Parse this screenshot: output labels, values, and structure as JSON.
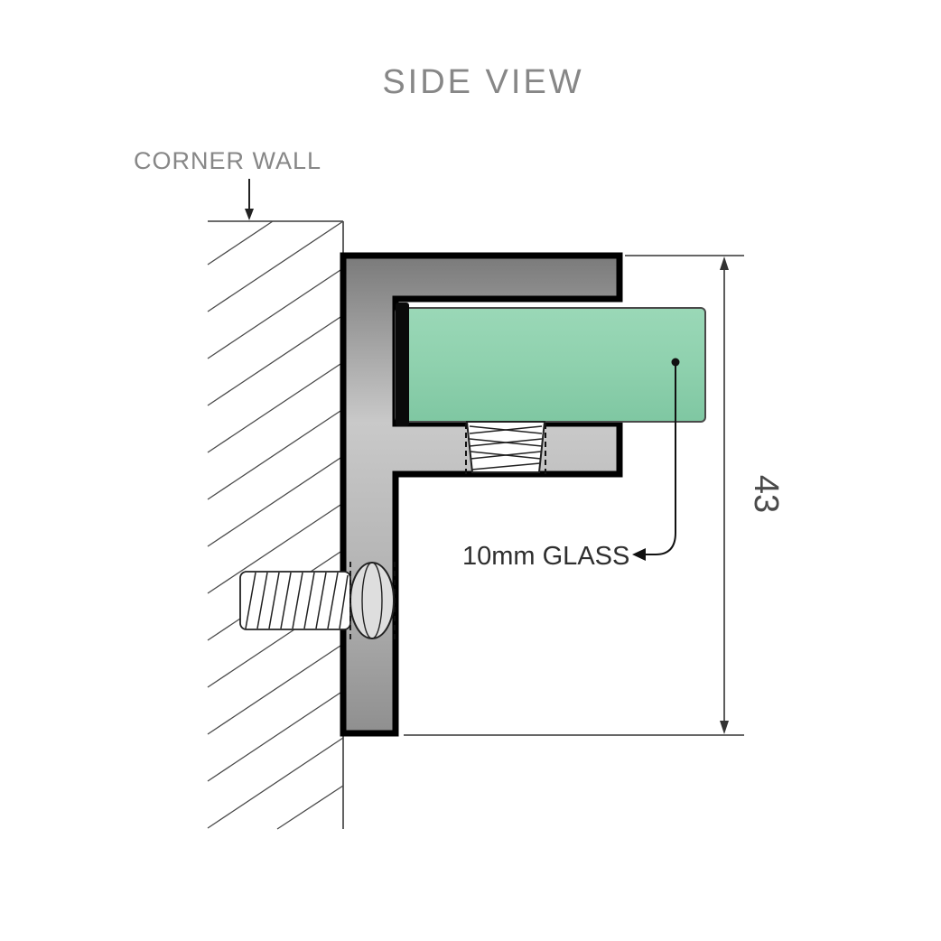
{
  "diagram": {
    "type": "technical-drawing",
    "title": "SIDE VIEW",
    "labels": {
      "wall": "CORNER WALL",
      "glass_callout": "10mm GLASS",
      "dimension_height": "43"
    },
    "colors": {
      "glass_green": "#8fd1ae",
      "bracket_gray_light": "#c9c9c9",
      "bracket_gray_dark": "#7a7a7a",
      "outline_black": "#000000",
      "text_gray": "#878787",
      "text_dark": "#2f2f2f"
    }
  }
}
